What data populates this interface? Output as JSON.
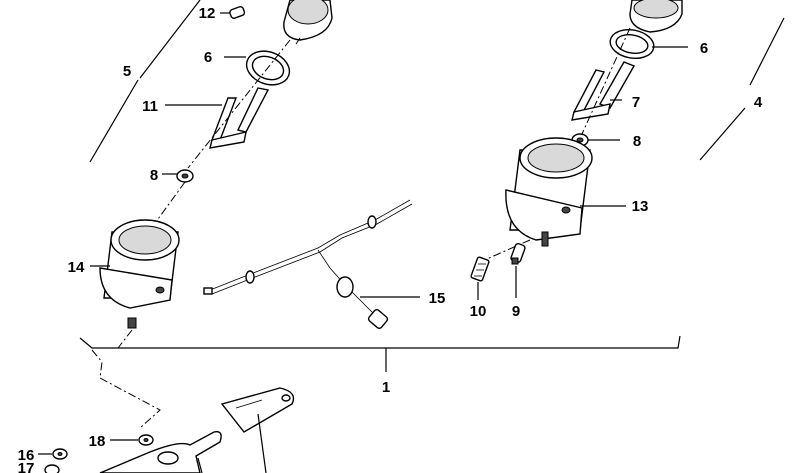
{
  "callouts": {
    "c1": "1",
    "c4": "4",
    "c5": "5",
    "c6_left": "6",
    "c6_right": "6",
    "c7": "7",
    "c8_left": "8",
    "c8_right": "8",
    "c9": "9",
    "c10": "10",
    "c11": "11",
    "c12": "12",
    "c13": "13",
    "c14": "14",
    "c15": "15",
    "c16": "16",
    "c17": "17",
    "c18": "18"
  }
}
